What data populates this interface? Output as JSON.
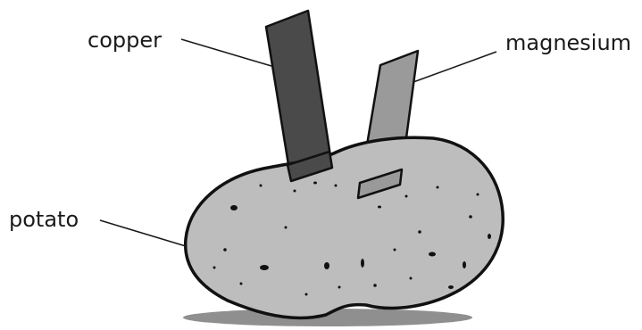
{
  "labels": {
    "copper": "copper",
    "magnesium": "magnesium",
    "potato": "potato"
  },
  "colors": {
    "potato_fill": "#bdbdbd",
    "shadow": "#8f8f8f",
    "copper_strip": "#4a4a4a",
    "magnesium_strip": "#9a9a9a",
    "outline": "#111111"
  }
}
